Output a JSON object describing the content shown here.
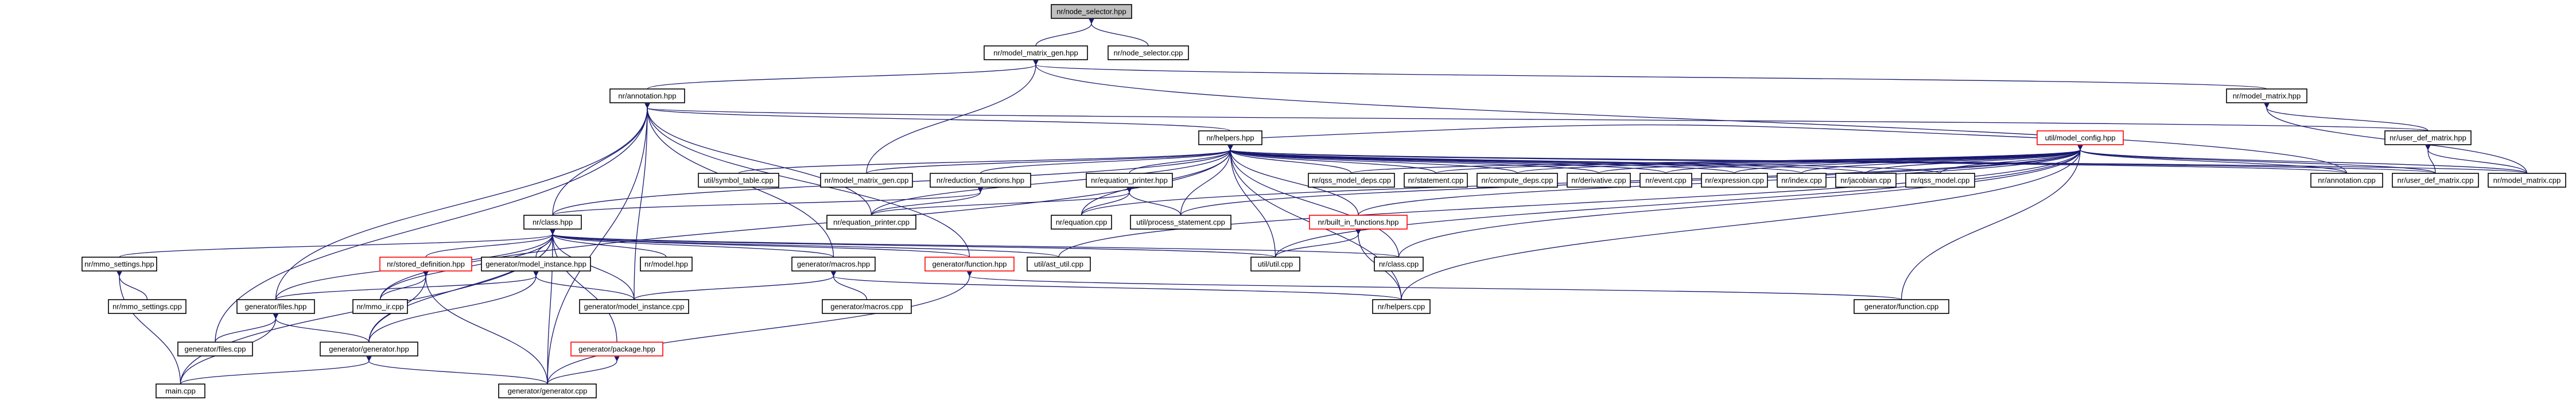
{
  "graph": {
    "root": "nrnode_selector.hpp",
    "nodes": [
      {
        "id": "node_selector_hpp",
        "label": "nr/node_selector.hpp",
        "kind": "root"
      },
      {
        "id": "node_matrix_gen_hpp",
        "label": "nr/model_matrix_gen.hpp"
      },
      {
        "id": "node_selector_cpp",
        "label": "nr/node_selector.cpp"
      },
      {
        "id": "annotation_hpp",
        "label": "nr/annotation.hpp"
      },
      {
        "id": "model_matrix_hpp",
        "label": "nr/model_matrix.hpp"
      },
      {
        "id": "helpers_hpp",
        "label": "nr/helpers.hpp"
      },
      {
        "id": "model_config_hpp",
        "label": "util/model_config.hpp",
        "kind": "incomplete"
      },
      {
        "id": "user_def_matrix_hpp",
        "label": "nr/user_def_matrix.hpp"
      },
      {
        "id": "symbol_table_cpp",
        "label": "util/symbol_table.cpp"
      },
      {
        "id": "model_matrix_gen_cpp",
        "label": "nr/model_matrix_gen.cpp"
      },
      {
        "id": "reduction_functions_hpp",
        "label": "nr/reduction_functions.hpp"
      },
      {
        "id": "equation_printer_hpp",
        "label": "nr/equation_printer.hpp"
      },
      {
        "id": "qss_model_deps_cpp",
        "label": "nr/qss_model_deps.cpp"
      },
      {
        "id": "statement_cpp",
        "label": "nr/statement.cpp"
      },
      {
        "id": "compute_deps_cpp",
        "label": "nr/compute_deps.cpp"
      },
      {
        "id": "derivative_cpp",
        "label": "nr/derivative.cpp"
      },
      {
        "id": "event_cpp",
        "label": "nr/event.cpp"
      },
      {
        "id": "expression_cpp",
        "label": "nr/expression.cpp"
      },
      {
        "id": "index_cpp",
        "label": "nr/index.cpp"
      },
      {
        "id": "jacobian_cpp",
        "label": "nr/jacobian.cpp"
      },
      {
        "id": "qss_model_cpp",
        "label": "nr/qss_model.cpp"
      },
      {
        "id": "annotation_cpp",
        "label": "nr/annotation.cpp"
      },
      {
        "id": "user_def_matrix_cpp",
        "label": "nr/user_def_matrix.cpp"
      },
      {
        "id": "model_matrix_cpp",
        "label": "nr/model_matrix.cpp"
      },
      {
        "id": "equation_printer_cpp",
        "label": "nr/equation_printer.cpp"
      },
      {
        "id": "equation_cpp",
        "label": "nr/equation.cpp"
      },
      {
        "id": "process_statement_cpp",
        "label": "util/process_statement.cpp"
      },
      {
        "id": "class_hpp",
        "label": "nr/class.hpp"
      },
      {
        "id": "built_in_functions_hpp",
        "label": "nr/built_in_functions.hpp",
        "kind": "incomplete"
      },
      {
        "id": "mmo_settings_hpp",
        "label": "nr/mmo_settings.hpp"
      },
      {
        "id": "stored_definition_hpp",
        "label": "nr/stored_definition.hpp",
        "kind": "incomplete"
      },
      {
        "id": "gen_model_instance_hpp",
        "label": "generator/model_instance.hpp"
      },
      {
        "id": "model_hpp",
        "label": "nr/model.hpp"
      },
      {
        "id": "gen_macros_hpp",
        "label": "generator/macros.hpp"
      },
      {
        "id": "gen_function_hpp",
        "label": "generator/function.hpp",
        "kind": "incomplete"
      },
      {
        "id": "ast_util_cpp",
        "label": "util/ast_util.cpp"
      },
      {
        "id": "util_cpp",
        "label": "util/util.cpp"
      },
      {
        "id": "class_cpp",
        "label": "nr/class.cpp"
      },
      {
        "id": "mmo_settings_cpp",
        "label": "nr/mmo_settings.cpp"
      },
      {
        "id": "gen_files_hpp",
        "label": "generator/files.hpp"
      },
      {
        "id": "mmo_ir_cpp",
        "label": "nr/mmo_ir.cpp"
      },
      {
        "id": "gen_model_instance_cpp",
        "label": "generator/model_instance.cpp"
      },
      {
        "id": "gen_macros_cpp",
        "label": "generator/macros.cpp"
      },
      {
        "id": "helpers_cpp",
        "label": "nr/helpers.cpp"
      },
      {
        "id": "gen_function_cpp",
        "label": "generator/function.cpp"
      },
      {
        "id": "gen_files_cpp",
        "label": "generator/files.cpp"
      },
      {
        "id": "gen_generator_hpp",
        "label": "generator/generator.hpp"
      },
      {
        "id": "gen_package_hpp",
        "label": "generator/package.hpp",
        "kind": "incomplete"
      },
      {
        "id": "main_cpp",
        "label": "main.cpp"
      },
      {
        "id": "gen_generator_cpp",
        "label": "generator/generator.cpp"
      }
    ]
  }
}
